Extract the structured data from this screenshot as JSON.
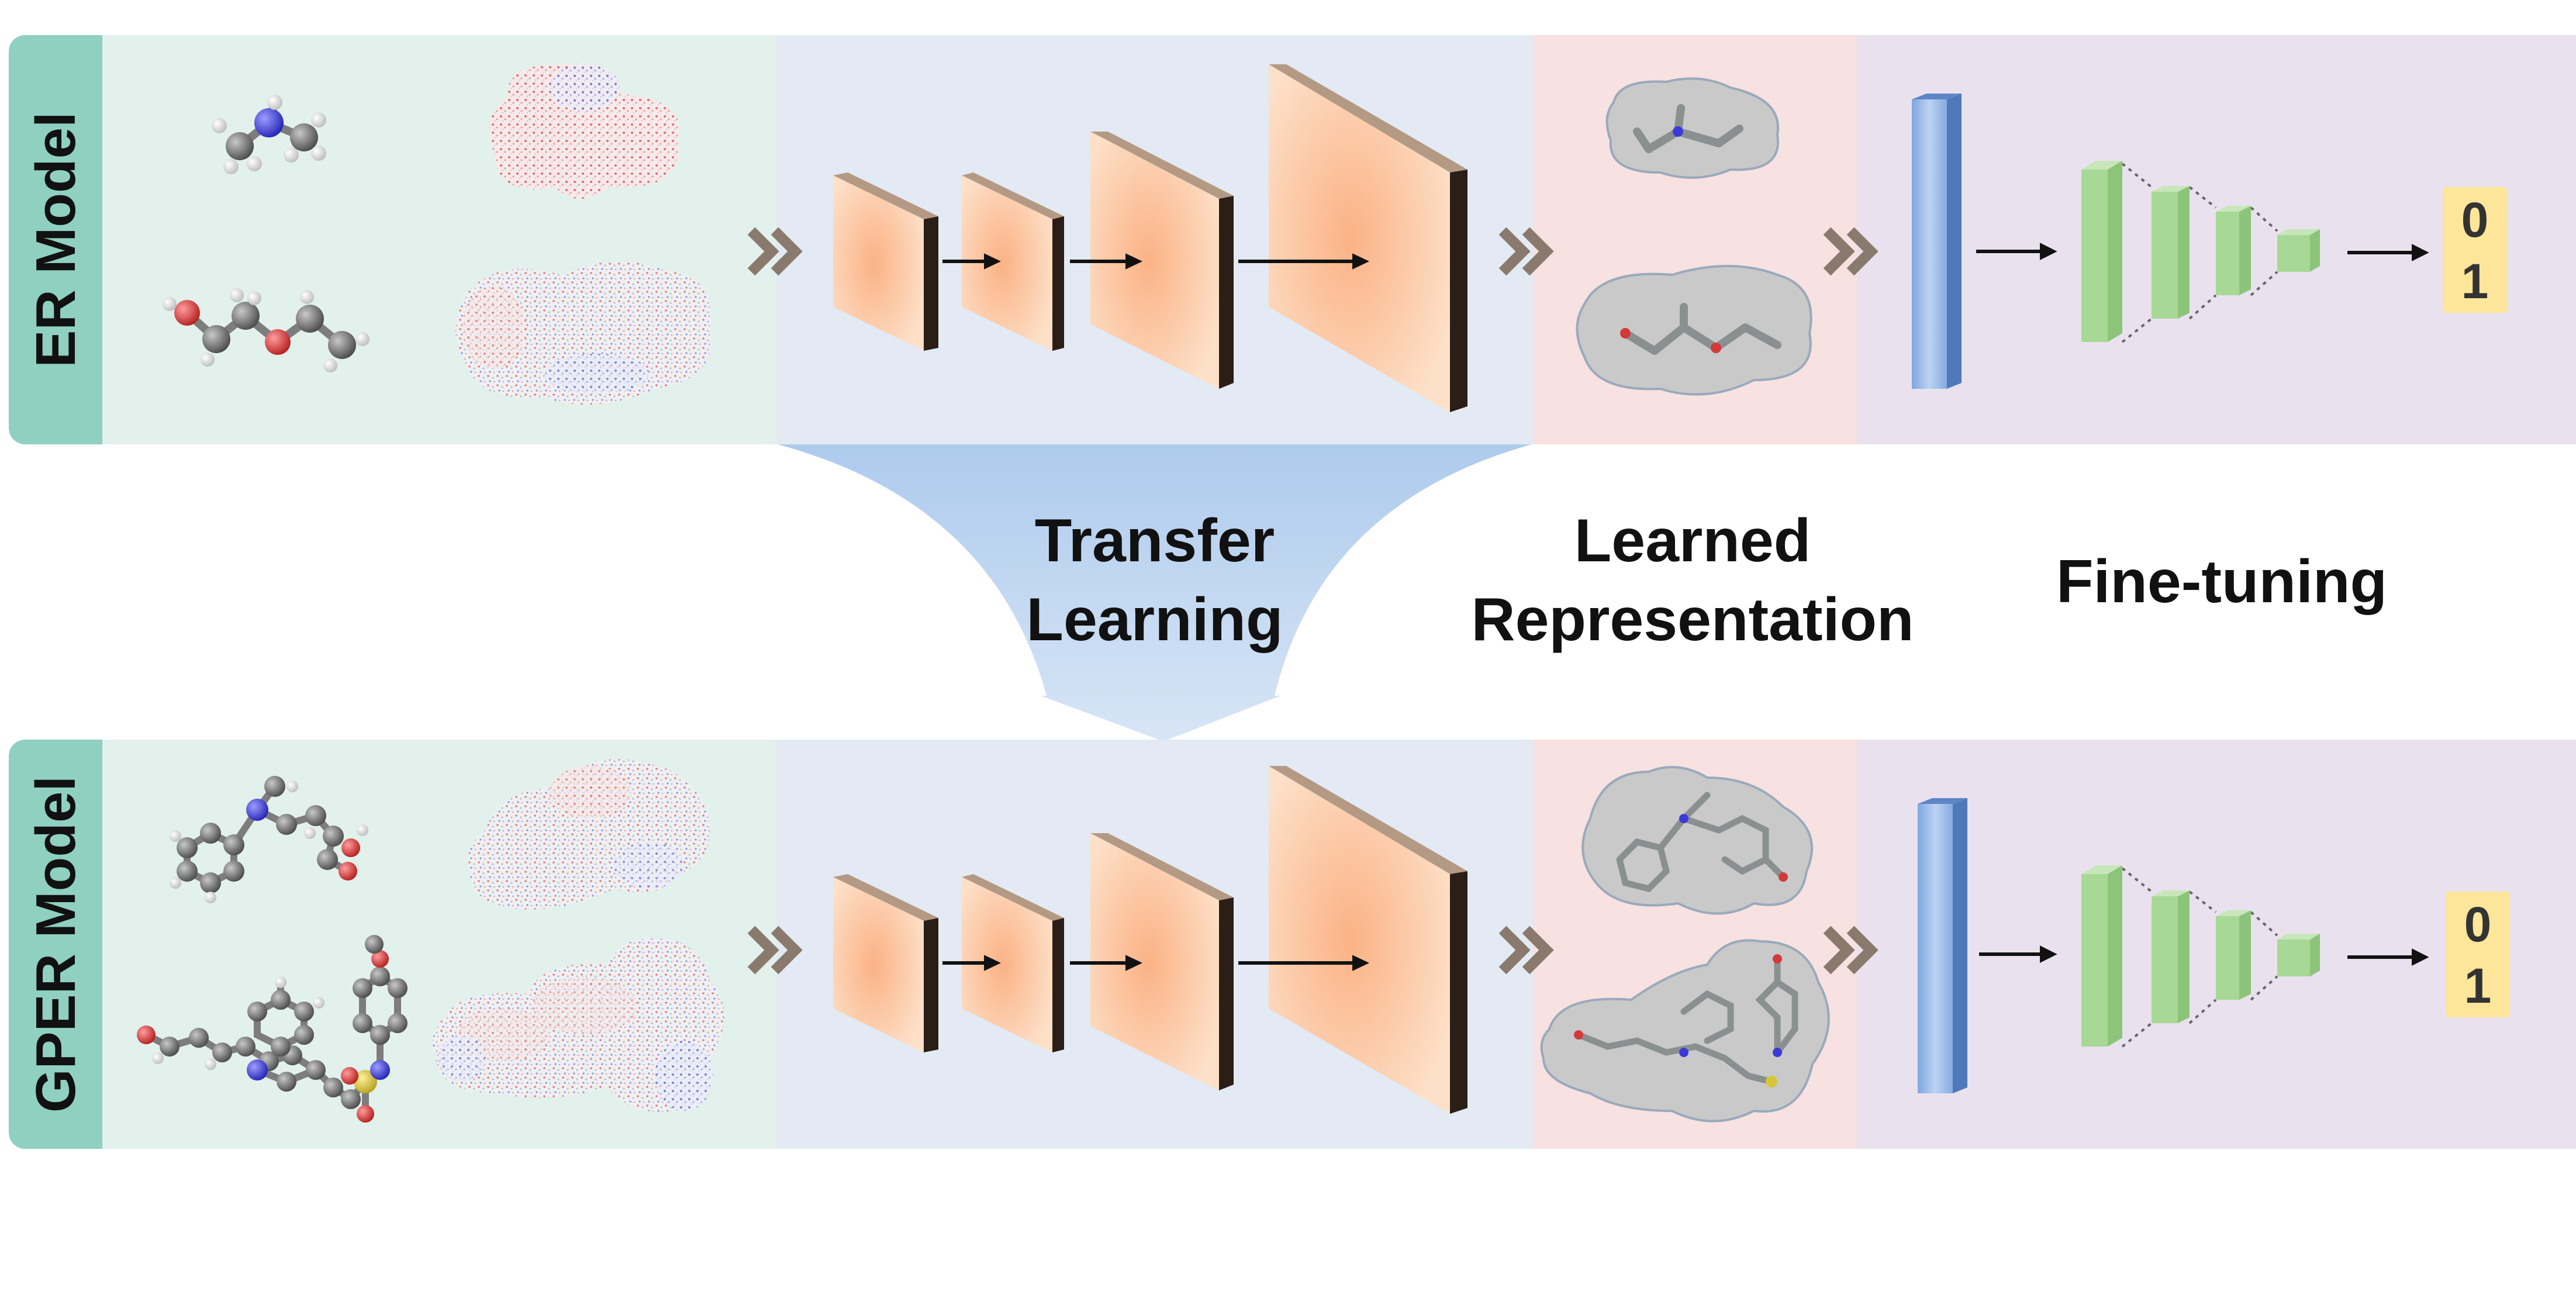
{
  "rows": {
    "top": {
      "model_label": "ER Model"
    },
    "bottom": {
      "model_label": "GPER Model"
    }
  },
  "stages": {
    "transfer": {
      "line1": "Transfer",
      "line2": "Learning"
    },
    "representation": {
      "line1": "Learned",
      "line2": "Representation"
    },
    "finetune": {
      "label": "Fine-tuning"
    }
  },
  "output": {
    "bits": [
      "0",
      "1"
    ]
  },
  "colors": {
    "label_tab": "#8fd0c0",
    "input_panel": "#e2f1ec",
    "cnn_panel": "#e3eaf3",
    "representation_panel": "#f7e1e1",
    "finetune_panel": "#e9e2ee",
    "conv_face": "#fcc9a4",
    "dense_layer": "#a8d896",
    "embedding_bar": "#8eb3e6",
    "output_box": "#fde59a",
    "atom_carbon": "#6e6e6e",
    "atom_oxygen": "#d23a3a",
    "atom_nitrogen": "#3a3ad8",
    "atom_sulfur": "#d6c63a"
  },
  "icons": [
    "molecule-ball-stick-icon",
    "electrostatic-surface-icon",
    "conv-block-icon",
    "double-chevron-icon",
    "arrow-icon",
    "molecule-stick-surface-icon",
    "embedding-vector-icon",
    "dense-layer-icon"
  ]
}
